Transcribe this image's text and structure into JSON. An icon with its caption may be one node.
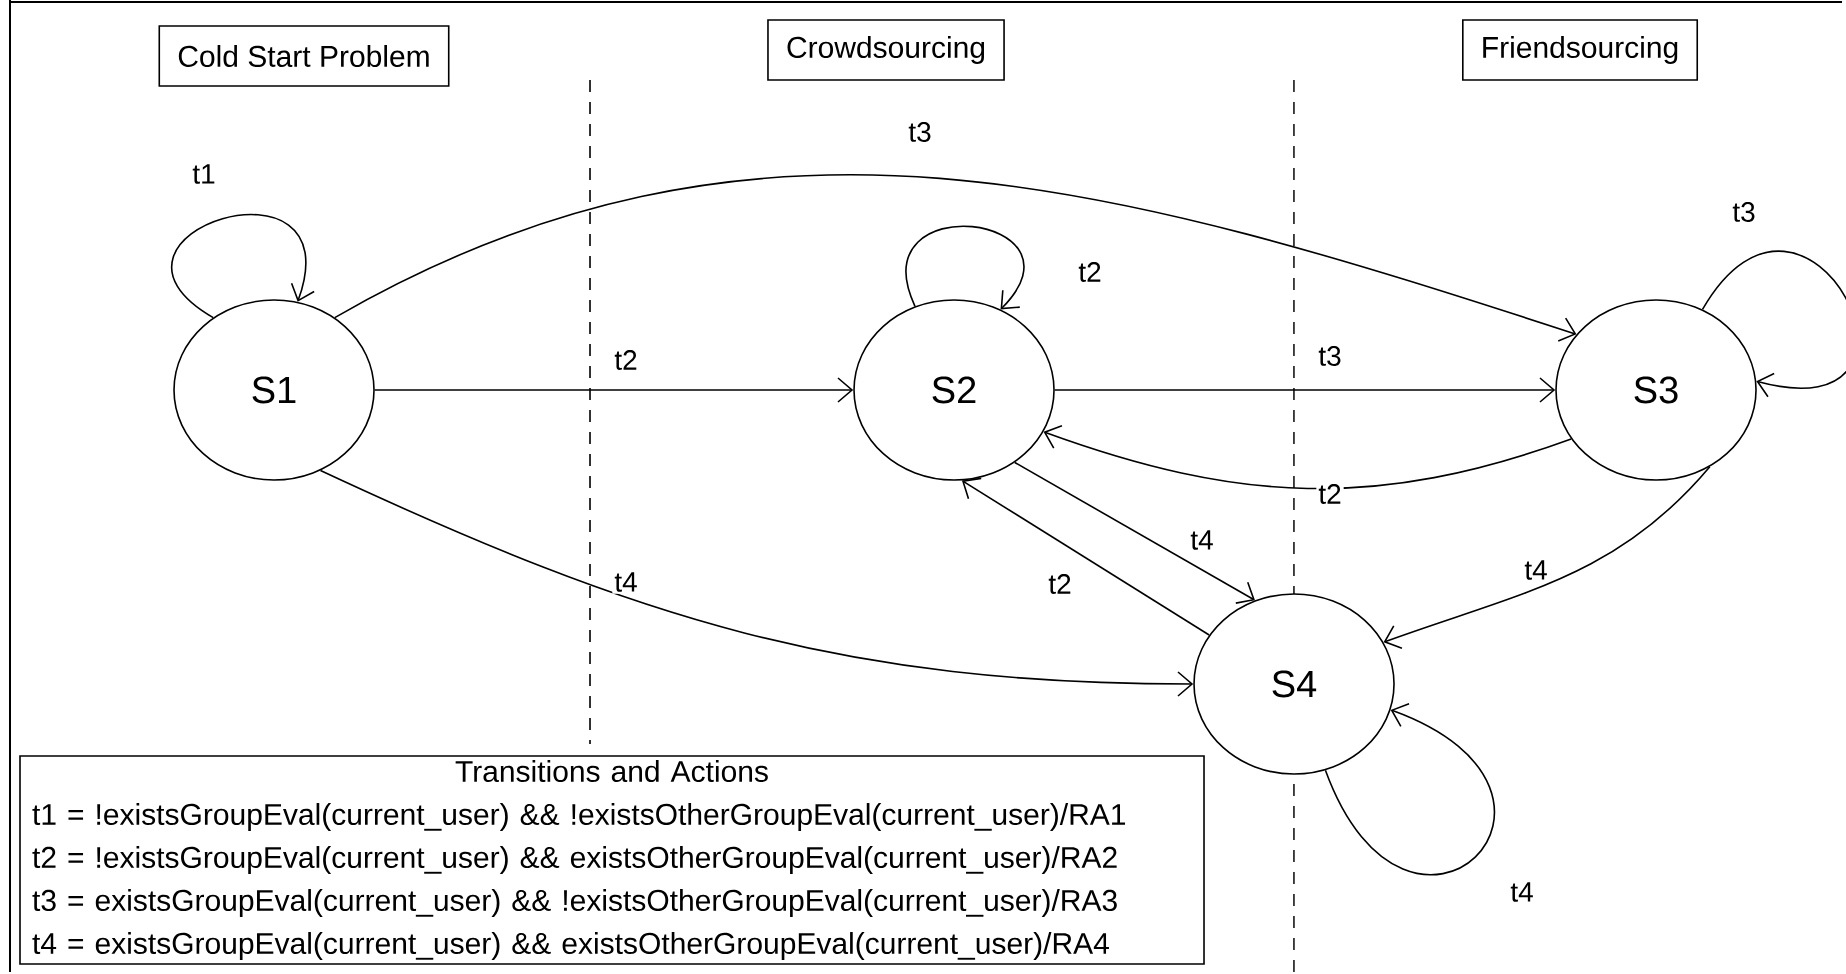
{
  "diagram": {
    "nodes": [
      {
        "text": [
          "Cold Start Problem"
        ]
      },
      {
        "text": [
          "Crowdsourcing"
        ]
      },
      {
        "text": [
          "Friendsourcing"
        ]
      },
      {
        "text": [
          "S1"
        ]
      },
      {
        "text": [
          "S2"
        ]
      },
      {
        "text": [
          "S3"
        ]
      },
      {
        "text": [
          "S4"
        ]
      },
      {
        "text": [
          "Transitions and Actions",
          "t1 = !existsGroupEval(current_user) && !existsOtherGroupEval(current_user)/RA1",
          "t2 = !existsGroupEval(current_user) && existsOtherGroupEval(current_user)/RA2",
          "t3 = existsGroupEval(current_user) && !existsOtherGroupEval(current_user)/RA3",
          "t4 = existsGroupEval(current_user) && existsOtherGroupEval(current_user)/RA4"
        ]
      }
    ],
    "edges": [
      {
        "from": 3,
        "to": 3,
        "arrow": "to",
        "label": "t1"
      },
      {
        "from": 3,
        "to": 5,
        "arrow": "to",
        "label": "t3"
      },
      {
        "from": 3,
        "to": 4,
        "arrow": "to",
        "label": "t2"
      },
      {
        "from": 3,
        "to": 6,
        "arrow": "to",
        "label": "t4"
      },
      {
        "from": 4,
        "to": 4,
        "arrow": "to",
        "label": "t2"
      },
      {
        "from": 4,
        "to": 5,
        "arrow": "to",
        "label": "t3"
      },
      {
        "from": 5,
        "to": 5,
        "arrow": "to",
        "label": "t3"
      },
      {
        "from": 5,
        "to": 4,
        "arrow": "to",
        "label": "t2"
      },
      {
        "from": 4,
        "to": 6,
        "arrow": "to",
        "label": "t4"
      },
      {
        "from": 6,
        "to": 4,
        "arrow": "to",
        "label": "t2"
      },
      {
        "from": 5,
        "to": 6,
        "arrow": "to",
        "label": "t4"
      },
      {
        "from": 6,
        "to": 6,
        "arrow": "to",
        "label": "t4"
      }
    ]
  }
}
